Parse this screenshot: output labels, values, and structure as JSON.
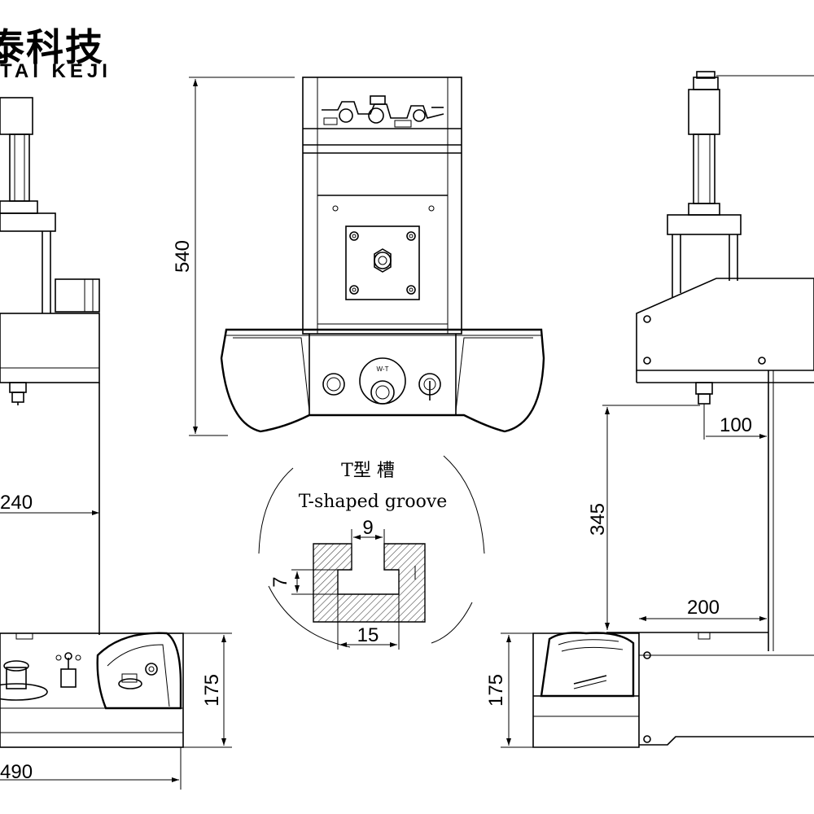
{
  "brand": {
    "chinese": "泰科技",
    "english": "TAI KEJI"
  },
  "groove": {
    "title_cn": "T型 槽",
    "title_en": "T-shaped groove",
    "dim_top": "9",
    "dim_side": "7",
    "dim_bottom": "15"
  },
  "front": {
    "height_dim": "540",
    "label_badge": "W-T"
  },
  "left_view": {
    "depth_dim": "240",
    "base_height_dim": "175",
    "width_dim": "490"
  },
  "right_view": {
    "throat_dim": "100",
    "stroke_dim": "345",
    "reach_dim": "200",
    "base_height_dim": "175"
  },
  "colors": {
    "line": "#000000",
    "hatch": "#555555",
    "background": "#ffffff"
  }
}
